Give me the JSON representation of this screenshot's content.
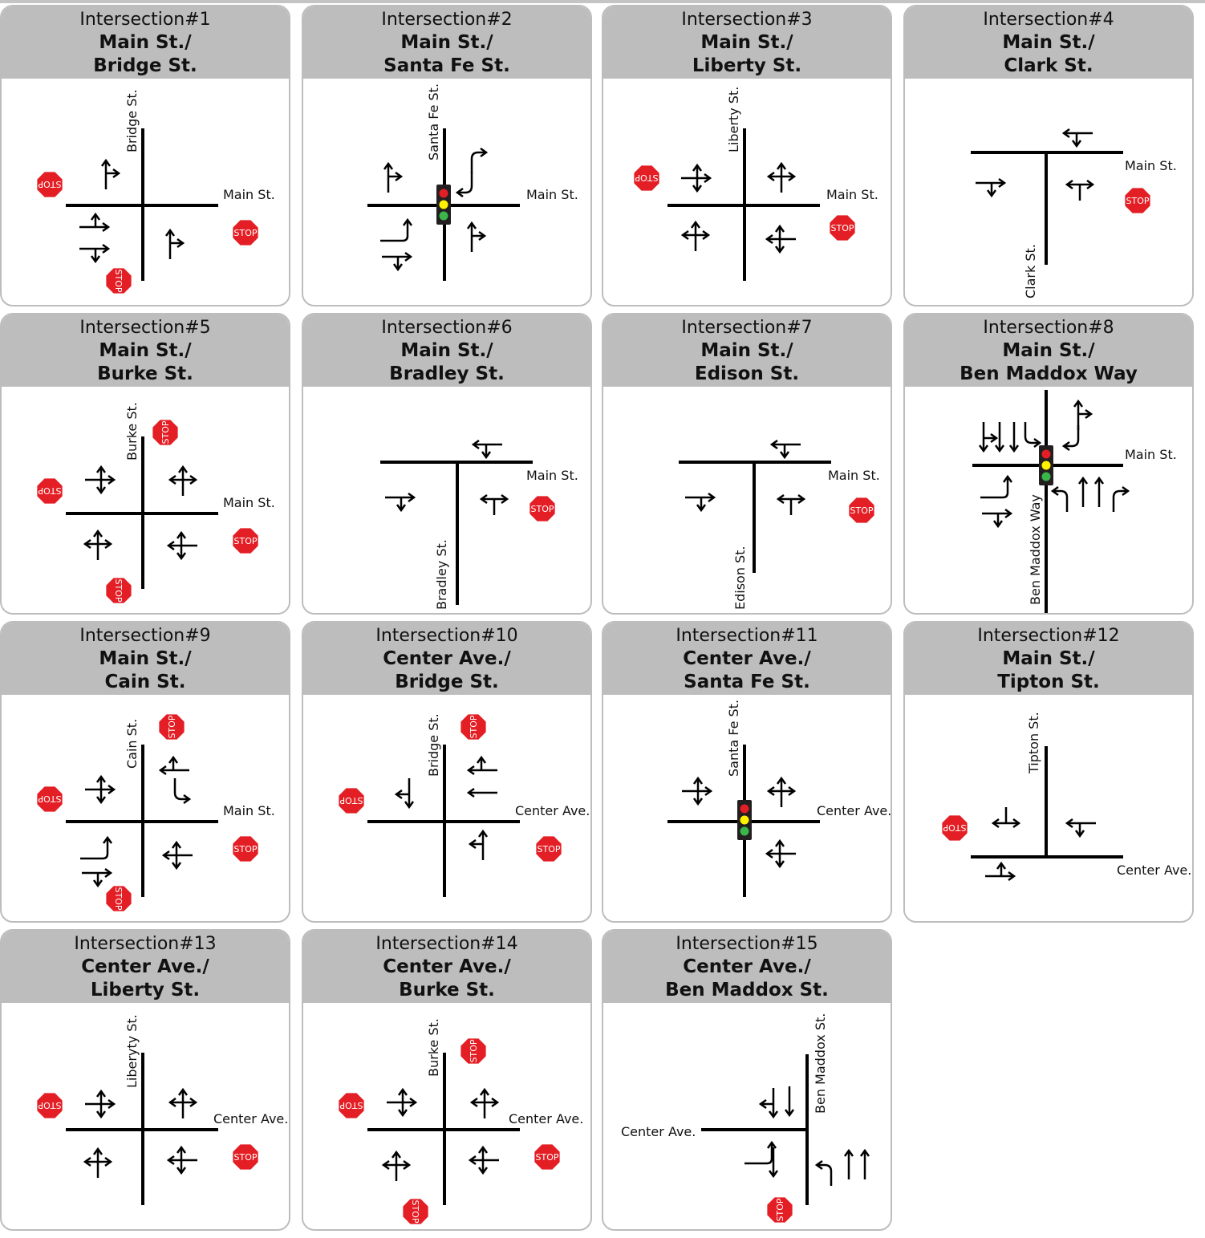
{
  "panels": [
    {
      "number": "Intersection#1",
      "line1": "Main St./",
      "line2": "Bridge St.",
      "labels": {
        "cross": "Bridge St.",
        "main": "Main St."
      }
    },
    {
      "number": "Intersection#2",
      "line1": "Main St./",
      "line2": "Santa Fe St.",
      "labels": {
        "cross": "Santa Fe St.",
        "main": "Main St."
      }
    },
    {
      "number": "Intersection#3",
      "line1": "Main St./",
      "line2": "Liberty St.",
      "labels": {
        "cross": "Liberty St.",
        "main": "Main St."
      }
    },
    {
      "number": "Intersection#4",
      "line1": "Main St./",
      "line2": "Clark St.",
      "labels": {
        "cross": "Clark St.",
        "main": "Main St."
      }
    },
    {
      "number": "Intersection#5",
      "line1": "Main St./",
      "line2": "Burke St.",
      "labels": {
        "cross": "Burke St.",
        "main": "Main St."
      }
    },
    {
      "number": "Intersection#6",
      "line1": "Main St./",
      "line2": "Bradley St.",
      "labels": {
        "cross": "Bradley St.",
        "main": "Main St."
      }
    },
    {
      "number": "Intersection#7",
      "line1": "Main St./",
      "line2": "Edison St.",
      "labels": {
        "cross": "Edison St.",
        "main": "Main St."
      }
    },
    {
      "number": "Intersection#8",
      "line1": "Main St./",
      "line2": "Ben Maddox Way",
      "labels": {
        "cross": "Ben Maddox Way",
        "main": "Main St."
      }
    },
    {
      "number": "Intersection#9",
      "line1": "Main St./",
      "line2": "Cain St.",
      "labels": {
        "cross": "Cain St.",
        "main": "Main St."
      }
    },
    {
      "number": "Intersection#10",
      "line1": "Center Ave./",
      "line2": "Bridge St.",
      "labels": {
        "cross": "Bridge St.",
        "main": "Center Ave."
      }
    },
    {
      "number": "Intersection#11",
      "line1": "Center Ave./",
      "line2": "Santa Fe St.",
      "labels": {
        "cross": "Santa Fe St.",
        "main": "Center Ave."
      }
    },
    {
      "number": "Intersection#12",
      "line1": "Main St./",
      "line2": "Tipton St.",
      "labels": {
        "cross": "Tipton St.",
        "main": "Center Ave."
      }
    },
    {
      "number": "Intersection#13",
      "line1": "Center Ave./",
      "line2": "Liberty St.",
      "labels": {
        "cross": "Liberyty St.",
        "main": "Center Ave."
      }
    },
    {
      "number": "Intersection#14",
      "line1": "Center Ave./",
      "line2": "Burke St.",
      "labels": {
        "cross": "Burke St.",
        "main": "Center Ave."
      }
    },
    {
      "number": "Intersection#15",
      "line1": "Center Ave./",
      "line2": "Ben Maddox St.",
      "labels": {
        "cross": "Ben Maddox St.",
        "main": "Center Ave."
      }
    }
  ],
  "stop_sign_text": "STOP",
  "colors": {
    "header_gray": "#bdbdbd",
    "stop_red": "#e31e24",
    "signal_housing": "#231f20",
    "signal_red": "#e31e24",
    "signal_yellow": "#fff200",
    "signal_green": "#39b54a",
    "road": "#000000"
  }
}
